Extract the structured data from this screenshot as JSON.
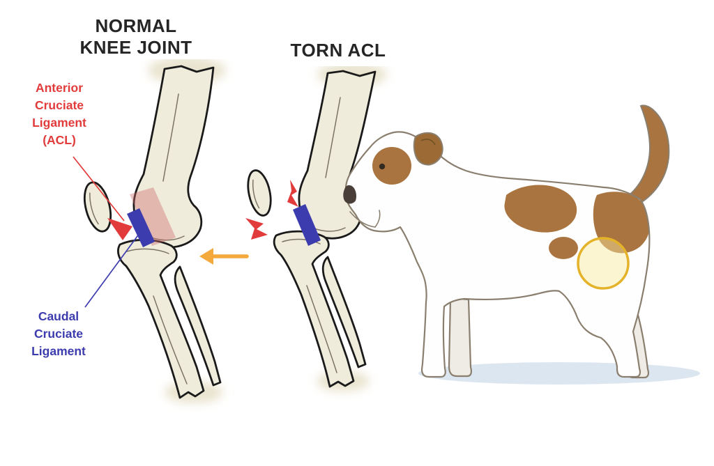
{
  "figure": {
    "background": "#ffffff",
    "titles": {
      "normal_knee": "NORMAL\nKNEE JOINT",
      "torn_acl": "TORN ACL"
    },
    "labels": {
      "acl": "Anterior\nCruciate\nLigament\n(ACL)",
      "caudal": "Caudal\nCruciate\nLigament"
    },
    "colors": {
      "acl_red": "#e23b3b",
      "caudal_blue": "#3c3cae",
      "arrow_orange": "#f4a93c",
      "highlight_yellow": "#e5b32a",
      "highlight_fill": "#faeb9e",
      "bone_fill": "#efecdc",
      "bone_outline": "#1a1a1a",
      "dog_brown": "#a9743f",
      "dog_ear_brown": "#9c6a35",
      "shadow_blue": "#dce6f1"
    }
  }
}
